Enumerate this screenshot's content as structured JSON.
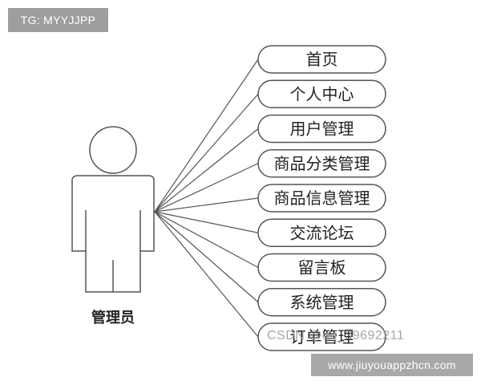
{
  "badge_top": "TG: MYYJJPP",
  "actor": {
    "label": "管理员"
  },
  "use_cases": [
    "首页",
    "个人中心",
    "用户管理",
    "商品分类管理",
    "商品信息管理",
    "交流论坛",
    "留言板",
    "系统管理",
    "订单管理"
  ],
  "watermark_text": "CSDN @qq_39692211",
  "badge_bottom": "www.jiuyouappzhcn.com"
}
